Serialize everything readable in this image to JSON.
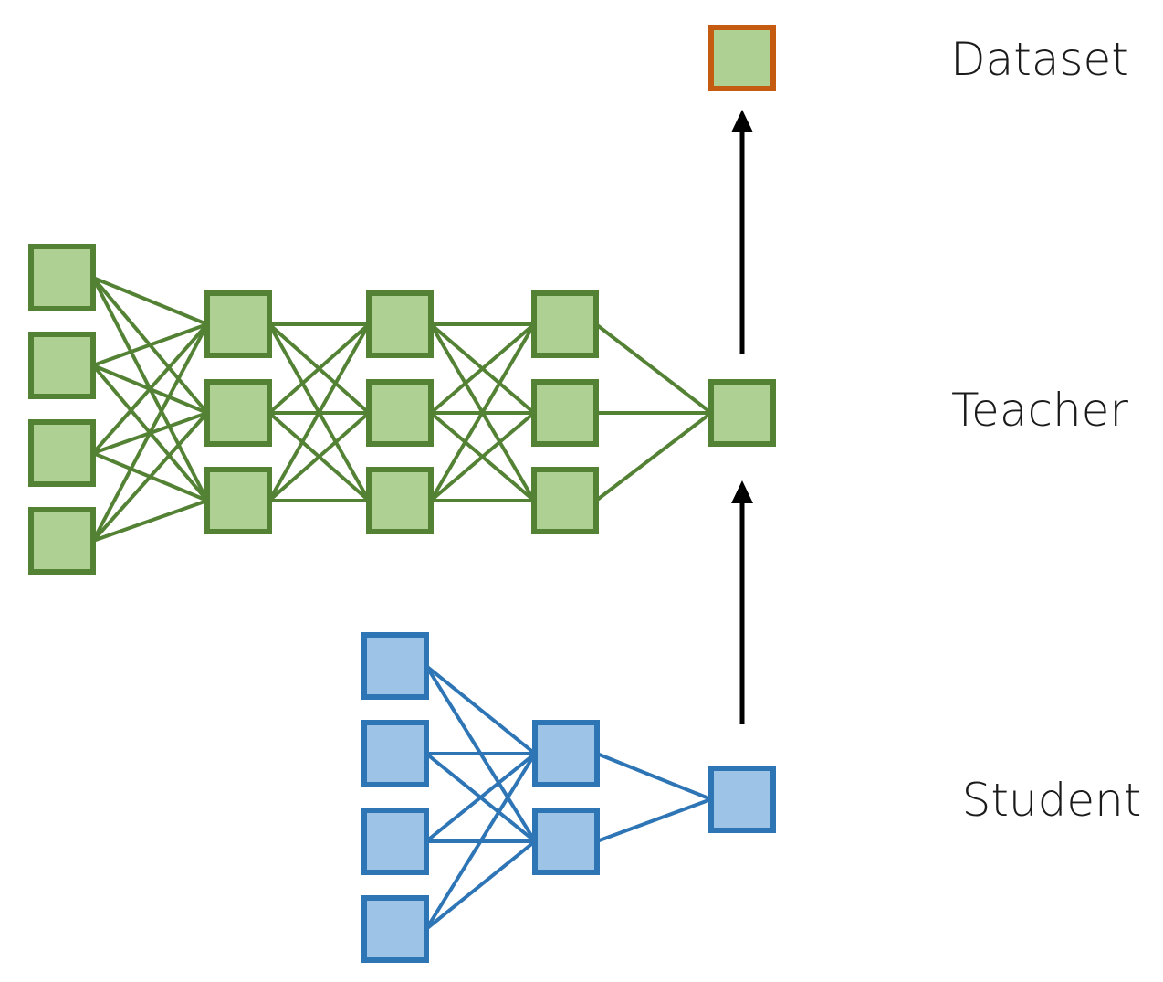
{
  "labels": {
    "dataset": "Dataset",
    "teacher": "Teacher",
    "student": "Student"
  },
  "colors": {
    "teacher_fill": "#afd093",
    "teacher_stroke": "#548235",
    "student_fill": "#9dc3e6",
    "student_stroke": "#2e75b6",
    "dataset_fill": "#afd093",
    "dataset_stroke": "#c55a11",
    "arrow": "#000000",
    "text": "#1a1a1a"
  },
  "teacher_network": {
    "layer_sizes": [
      4,
      3,
      3,
      3,
      1
    ]
  },
  "student_network": {
    "layer_sizes": [
      4,
      2,
      1
    ]
  }
}
